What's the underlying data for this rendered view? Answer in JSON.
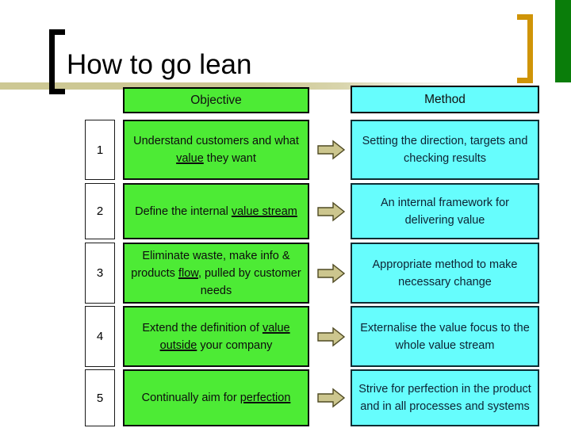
{
  "slide": {
    "title": "How to go lean",
    "decorations": {
      "left_bracket_icon": "left-square-bracket",
      "right_bracket_icon": "right-square-bracket",
      "left_bracket_color": "#000000",
      "right_bracket_color": "#cf9407",
      "accent_band_color": "#cdc894",
      "corner_bar_color": "#0a7d0a"
    }
  },
  "table": {
    "headers": {
      "number": "",
      "objective": "Objective",
      "method": "Method"
    },
    "colors": {
      "objective_fill": "#4DEB35",
      "method_fill": "#66FDFD",
      "arrow_fill": "#CCC68E",
      "arrow_stroke": "#4f4a22",
      "number_fill": "#FFFFFF"
    },
    "arrow_icon": "right-block-arrow-icon",
    "rows": [
      {
        "number": "1",
        "objective_parts": [
          {
            "text": "Understand customers and what ",
            "underline": false
          },
          {
            "text": "value",
            "underline": true
          },
          {
            "text": " they want",
            "underline": false
          }
        ],
        "objective_text": "Understand customers and what value they want",
        "method_text": "Setting the direction, targets and checking results"
      },
      {
        "number": "2",
        "objective_parts": [
          {
            "text": "Define the internal ",
            "underline": false
          },
          {
            "text": "value stream",
            "underline": true
          }
        ],
        "objective_text": "Define the internal value stream",
        "method_text": "An internal framework for delivering value"
      },
      {
        "number": "3",
        "objective_parts": [
          {
            "text": "Eliminate waste, make info & products ",
            "underline": false
          },
          {
            "text": "flow",
            "underline": true
          },
          {
            "text": ", pulled by customer needs",
            "underline": false
          }
        ],
        "objective_text": "Eliminate waste, make info & products flow, pulled by customer needs",
        "method_text": "Appropriate method to make necessary change"
      },
      {
        "number": "4",
        "objective_parts": [
          {
            "text": "Extend the definition of ",
            "underline": false
          },
          {
            "text": "value outside",
            "underline": true
          },
          {
            "text": " your company",
            "underline": false
          }
        ],
        "objective_text": "Extend the definition of value outside your company",
        "method_text": "Externalise the value focus to the whole value stream"
      },
      {
        "number": "5",
        "objective_parts": [
          {
            "text": "Continually aim for ",
            "underline": false
          },
          {
            "text": "perfection",
            "underline": true
          }
        ],
        "objective_text": "Continually aim for perfection",
        "method_text": "Strive for perfection in the product and in all processes and systems"
      }
    ]
  }
}
